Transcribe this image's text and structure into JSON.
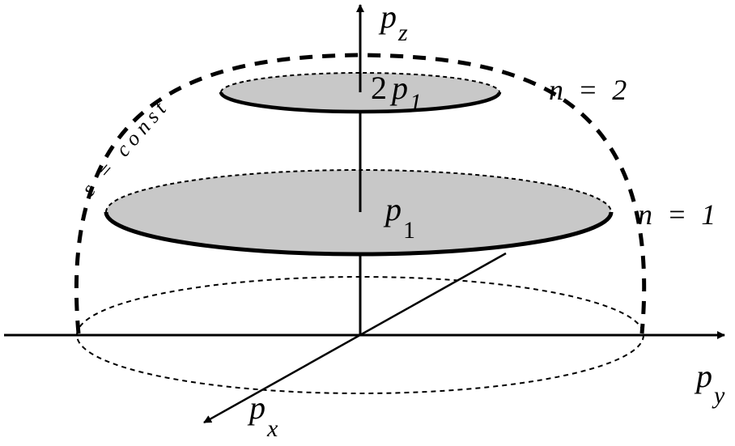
{
  "colors": {
    "ink": "#000000",
    "disk_fill": "#c8c8c8",
    "background": "#ffffff"
  },
  "labels": {
    "pz": {
      "base": "p",
      "sub": "z"
    },
    "py": {
      "base": "p",
      "sub": "y"
    },
    "px": {
      "base": "p",
      "sub": "x"
    },
    "upper_disk_radius": {
      "coef": "2",
      "base": "p",
      "sub": "1"
    },
    "lower_disk_radius": {
      "base": "p",
      "sub": "1"
    },
    "n_upper": "n  =  2",
    "n_lower": "n  =  1",
    "energy_surface": "ε = const"
  }
}
